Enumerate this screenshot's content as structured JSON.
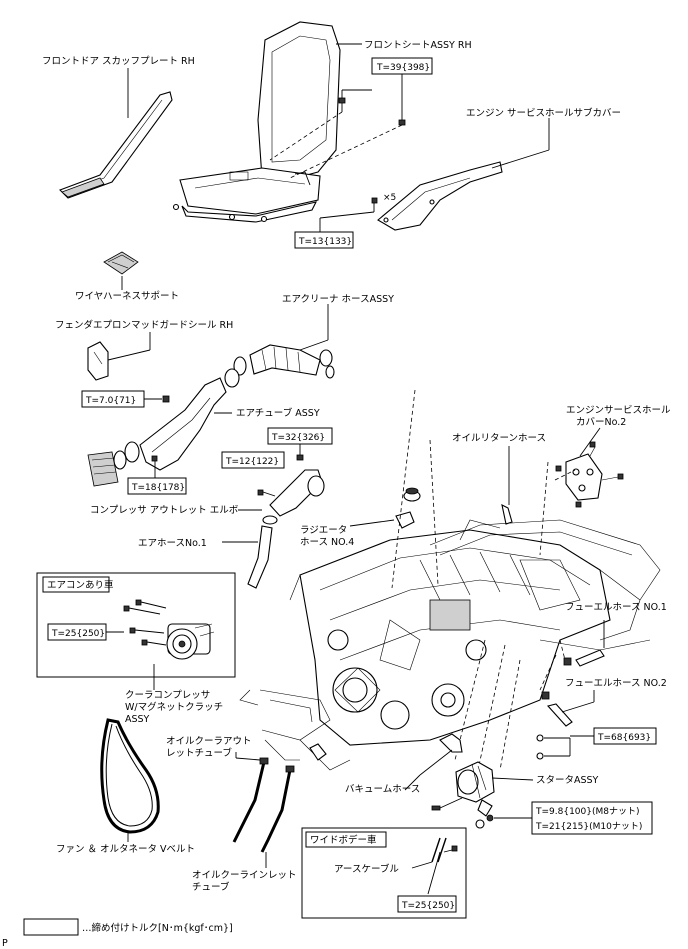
{
  "labels": {
    "front_seat": "フロントシートASSY RH",
    "front_door_scuff": "フロントドア スカッフプレート RH",
    "engine_service_sub_cover": "エンジン サービスホールサブカバー",
    "times_five": "×5",
    "wire_harness_support": "ワイヤハーネスサポート",
    "fender_apron_seal": "フェンダエプロンマッドガードシール RH",
    "air_cleaner_hose": "エアクリーナ ホースASSY",
    "air_tube": "エアチューブ ASSY",
    "engine_service_hole_cover_l1": "エンジンサービスホール",
    "engine_service_hole_cover_l2": "カバーNo.2",
    "oil_return_hose": "オイルリターンホース",
    "compressor_outlet_elbow": "コンプレッサ アウトレット エルボ",
    "radiator_hose_l1": "ラジエータ",
    "radiator_hose_l2": "ホース NO.4",
    "air_hose_no1": "エアホースNo.1",
    "aircon_vehicle": "エアコンあり車",
    "fuel_hose_no1": "フューエルホース NO.1",
    "fuel_hose_no2": "フューエルホース NO.2",
    "cooler_compressor_l1": "クーラコンプレッサ",
    "cooler_compressor_l2": "W/マグネットクラッチ",
    "cooler_compressor_l3": "ASSY",
    "oil_cooler_outlet_l1": "オイルクーラアウト",
    "oil_cooler_outlet_l2": "レットチューブ",
    "vacuum_hose": "バキュームホース",
    "starter": "スタータASSY",
    "fan_belt": "ファン ＆ オルタネータ Vベルト",
    "oil_cooler_inlet_l1": "オイルクーラインレット",
    "oil_cooler_inlet_l2": "チューブ",
    "wide_body_vehicle": "ワイドボデー車",
    "earth_cable": "アースケーブル",
    "legend_text": "…締め付けトルク[N･m{kgf･cm}]",
    "page_marker": "P"
  },
  "torques": {
    "seat": "T=39{398}",
    "cover_sub": "T=13{133}",
    "fender_seal": "T=7.0{71}",
    "air_tube_bolt": "T=18{178}",
    "elbow_upper": "T=32{326}",
    "elbow_lower": "T=12{122}",
    "compressor": "T=25{250}",
    "fuel": "T=68{693}",
    "starter_m8": "T=9.8{100}(M8ナット)",
    "starter_m10": "T=21{215}(M10ナット)",
    "earth_cable": "T=25{250}"
  }
}
